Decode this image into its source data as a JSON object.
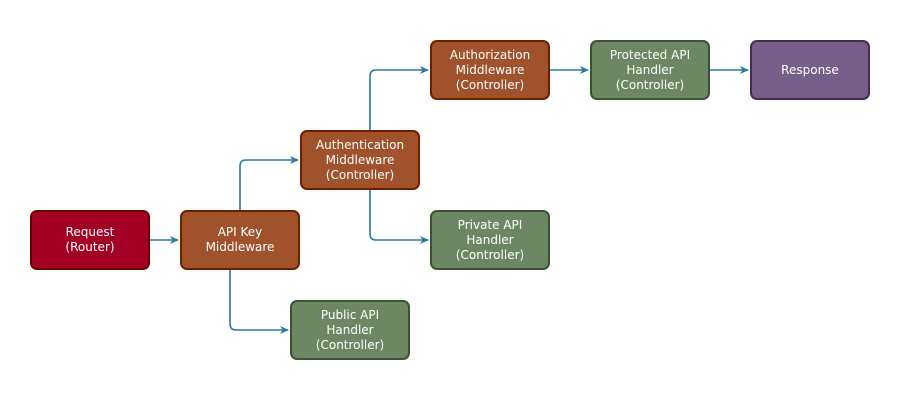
{
  "colors": {
    "edge": "#2a7ba3",
    "red_fill": "#a20025",
    "red_stroke": "#6f0000",
    "orange_fill": "#a0522d",
    "orange_stroke": "#6d1f00",
    "green_fill": "#6d8764",
    "green_stroke": "#3a5431",
    "purple_fill": "#76608a",
    "purple_stroke": "#432d57"
  },
  "nodes": {
    "request": {
      "label": "Request\n(Router)",
      "color": "red"
    },
    "api_key": {
      "label": "API Key\nMiddleware",
      "color": "orange"
    },
    "authentication": {
      "label": "Authentication\nMiddleware\n(Controller)",
      "color": "orange"
    },
    "authorization": {
      "label": "Authorization\nMiddleware\n(Controller)",
      "color": "orange"
    },
    "protected_handler": {
      "label": "Protected API\nHandler\n(Controller)",
      "color": "green"
    },
    "response": {
      "label": "Response",
      "color": "purple"
    },
    "private_handler": {
      "label": "Private API\nHandler\n(Controller)",
      "color": "green"
    },
    "public_handler": {
      "label": "Public API\nHandler\n(Controller)",
      "color": "green"
    }
  },
  "edges": [
    {
      "from": "request",
      "to": "api_key"
    },
    {
      "from": "api_key",
      "to": "authentication"
    },
    {
      "from": "api_key",
      "to": "public_handler"
    },
    {
      "from": "authentication",
      "to": "authorization"
    },
    {
      "from": "authentication",
      "to": "private_handler"
    },
    {
      "from": "authorization",
      "to": "protected_handler"
    },
    {
      "from": "protected_handler",
      "to": "response"
    }
  ]
}
